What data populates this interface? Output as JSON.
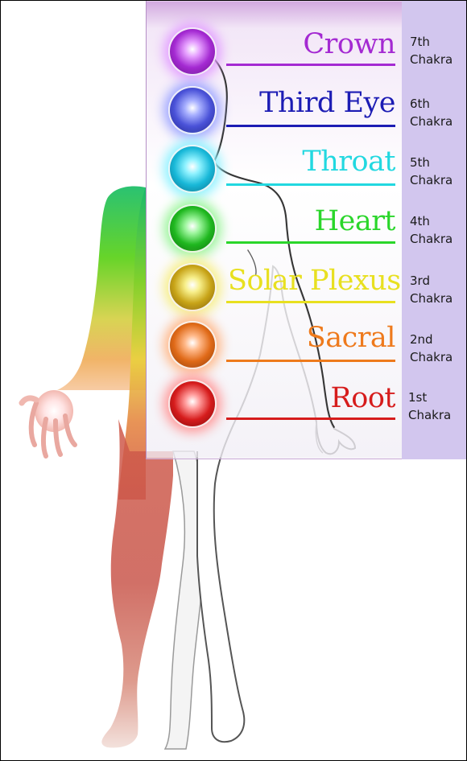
{
  "chakras": [
    {
      "name": "Crown",
      "rank_number": "7th",
      "rank_word": "Chakra",
      "color": "#a42ad2",
      "glow": "#e3a0ff"
    },
    {
      "name": "Third Eye",
      "rank_number": "6th",
      "rank_word": "Chakra",
      "color": "#1c1cb4",
      "glow": "#9fa7ff"
    },
    {
      "name": "Throat",
      "rank_number": "5th",
      "rank_word": "Chakra",
      "color": "#22d8e0",
      "glow": "#8ff2ff"
    },
    {
      "name": "Heart",
      "rank_number": "4th",
      "rank_word": "Chakra",
      "color": "#2ad62a",
      "glow": "#9cf59c"
    },
    {
      "name": "Solar Plexus",
      "rank_number": "3rd",
      "rank_word": "Chakra",
      "color": "#e8e020",
      "glow": "#f7ef8a"
    },
    {
      "name": "Sacral",
      "rank_number": "2nd",
      "rank_word": "Chakra",
      "color": "#ee7a1c",
      "glow": "#ffb98a"
    },
    {
      "name": "Root",
      "rank_number": "1st",
      "rank_word": "Chakra",
      "color": "#d61c1c",
      "glow": "#ff9a9a"
    }
  ]
}
